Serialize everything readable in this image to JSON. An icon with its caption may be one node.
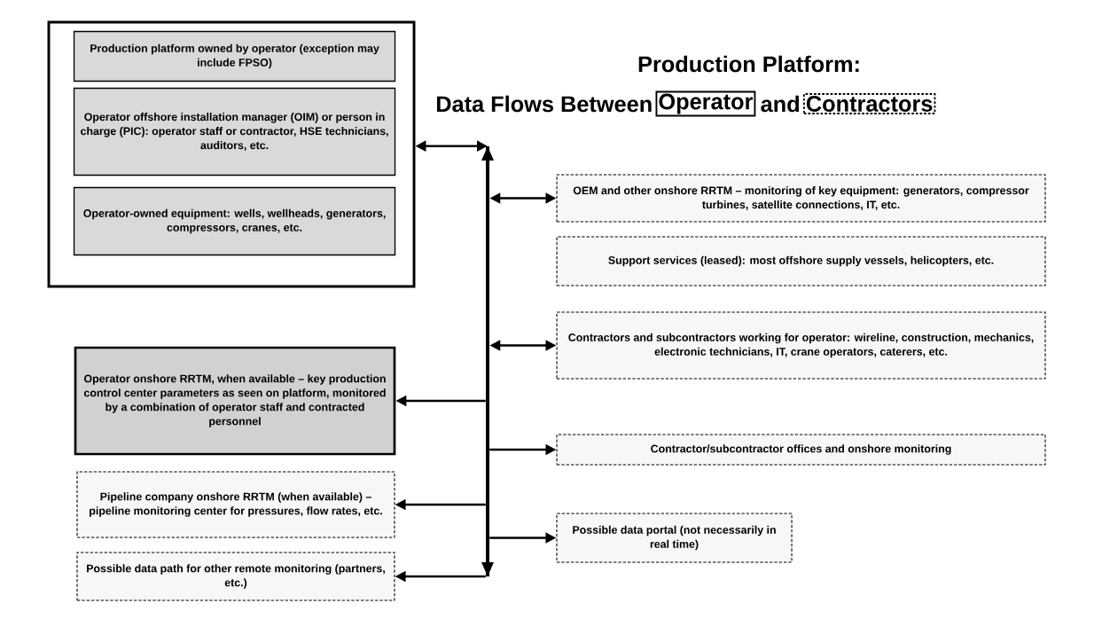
{
  "diagram": {
    "title": "Production Platform:",
    "nodes": [
      {
        "text": [],
        "shape": "box"
      },
      {
        "text": [
          "Production platform owned by operator (exception may include FPSO)"
        ],
        "in": 0
      },
      {
        "text": [
          "Operator offshore installation manager (OIM) or person in charge (PIC): operator staff or contractor, HSE technicians, auditors, etc."
        ],
        "in": 0
      },
      {
        "text": [
          "Operator-owned equipment: wells, wellheads, generators, compressors, cranes, etc."
        ],
        "in": 0
      },
      {
        "text": [
          "OEM and other onshore RRTM – monitoring of key equipment: generators, compressor turbines, satellite connections, IT, etc."
        ]
      },
      {
        "text": [
          "Support services (leased): most offshore supply vessels, helicopters, etc."
        ]
      },
      {
        "text": [
          "Contractors and subcontractors working for operator: wireline, construction, mechanics, electronic technicians, IT, crane operators, caterers, etc."
        ]
      },
      {
        "text": [
          "Operator onshore RRTM, when available – key production control center parameters as seen on platform, monitored by a combination of operator staff and contracted personnel"
        ]
      },
      {
        "text": [
          "Contractor/subcontractor offices and onshore monitoring"
        ]
      },
      {
        "text": [
          "Pipeline company onshore RRTM (when available) – pipeline monitoring center for pressures, flow rates, etc."
        ]
      },
      {
        "text": [
          "Possible data portal (not necessarily in real time)"
        ]
      },
      {
        "text": [
          "Possible data path for other remote monitoring (partners, etc.)"
        ]
      },
      {
        "text": [],
        "shape": "bar"
      }
    ],
    "edges": [
      {
        "from": 0,
        "to": 12,
        "arrow": "both"
      },
      {
        "from": 12,
        "to": 4,
        "arrow": "both"
      },
      {
        "from": 12,
        "to": 6,
        "arrow": "both"
      },
      {
        "from": 12,
        "to": 7,
        "arrow": "to"
      },
      {
        "from": 12,
        "to": 8,
        "arrow": "to"
      },
      {
        "from": 12,
        "to": 9,
        "arrow": "to"
      },
      {
        "from": 12,
        "to": 10,
        "arrow": "to"
      },
      {
        "from": 12,
        "to": 11,
        "arrow": "to"
      }
    ],
    "labels": [
      "Data Flows Between",
      "and"
    ],
    "legend": [
      {
        "text": "Operator"
      },
      {
        "text": "Contractors"
      }
    ]
  }
}
